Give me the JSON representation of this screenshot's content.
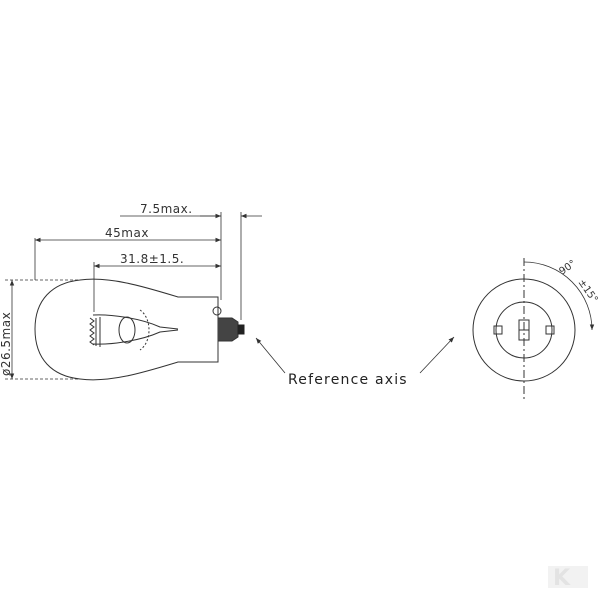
{
  "dimensions": {
    "max_offset": "7.5max.",
    "overall_length": "45max",
    "center_length": "31.8±1.5.",
    "diameter": "ø26.5max"
  },
  "labels": {
    "reference_axis": "Reference axis",
    "angle_value": "90°",
    "angle_tolerance": "±15°"
  },
  "logo": {
    "letter": "K"
  },
  "colors": {
    "line": "#333333",
    "logo": "#e3e3e3"
  }
}
